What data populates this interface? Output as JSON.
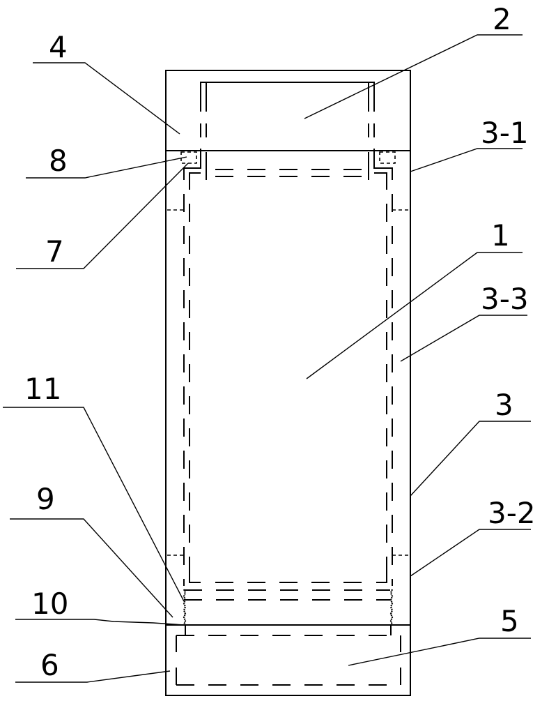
{
  "diagram": {
    "type": "technical cross-section drawing",
    "line_color": "#000000",
    "background": "#ffffff",
    "labels": [
      {
        "id": "label-4",
        "text": "4",
        "part": "top left housing region"
      },
      {
        "id": "label-2",
        "text": "2",
        "part": "top cap"
      },
      {
        "id": "label-8",
        "text": "8",
        "part": "small square recess"
      },
      {
        "id": "label-3-1",
        "text": "3-1",
        "part": "upper shell section"
      },
      {
        "id": "label-7",
        "text": "7",
        "part": "step joint"
      },
      {
        "id": "label-1",
        "text": "1",
        "part": "inner body"
      },
      {
        "id": "label-3-3",
        "text": "3-3",
        "part": "middle shell section"
      },
      {
        "id": "label-11",
        "text": "11",
        "part": "thread zone"
      },
      {
        "id": "label-3",
        "text": "3",
        "part": "outer shell"
      },
      {
        "id": "label-9",
        "text": "9",
        "part": "lower gap"
      },
      {
        "id": "label-3-2",
        "text": "3-2",
        "part": "lower shell section"
      },
      {
        "id": "label-10",
        "text": "10",
        "part": "seal line"
      },
      {
        "id": "label-5",
        "text": "5",
        "part": "base insert"
      },
      {
        "id": "label-6",
        "text": "6",
        "part": "base housing"
      }
    ]
  }
}
